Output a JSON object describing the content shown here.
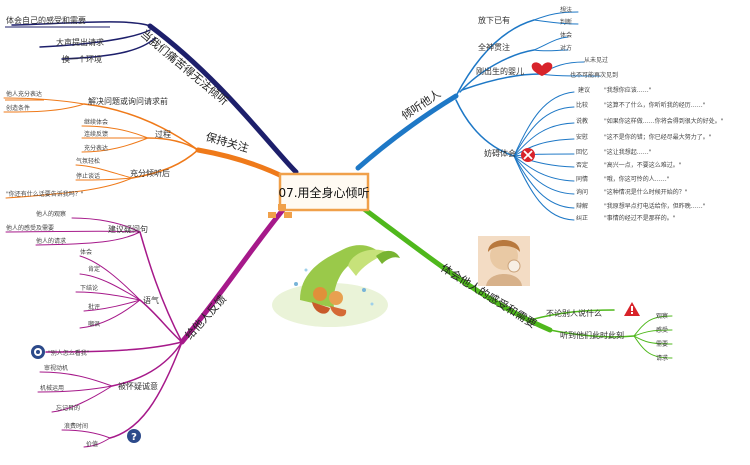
{
  "center": {
    "label": "07.用全身心倾听"
  },
  "colors": {
    "top_left": "#1d1f6b",
    "middle_left": "#ef7a1a",
    "bottom_left": "#a6198a",
    "top_right": "#1e78c6",
    "bottom_right": "#4fb81c",
    "center_border": "#f0a04a"
  },
  "branches": {
    "suffer": {
      "label": "当我们痛苦得无法倾听",
      "items": [
        "体会自己的感受和需要",
        "大声提出请求",
        "换一个环境"
      ]
    },
    "focus": {
      "label": "保持关注",
      "resolve": {
        "label": "解决问题或询问请求前",
        "items": [
          "他人充分表达",
          "创造条件"
        ]
      },
      "process": {
        "label": "过程",
        "items": [
          "继续体会",
          "连续反馈",
          "充分表达"
        ]
      },
      "signal": {
        "label": "充分倾听后",
        "items": [
          "气氛轻松",
          "停止谈话"
        ]
      },
      "quote": "\"你还有什么话要告诉我吗？\""
    },
    "feedback": {
      "label": "给他人反馈",
      "suggest": {
        "label": "建议疑问句",
        "items": [
          "他人的观察",
          "他人的感受及需要",
          "他人的请求"
        ]
      },
      "tone": {
        "label": "语气",
        "items": [
          "体会",
          "肯定",
          "下结论",
          "批评",
          "嘲讽"
        ]
      },
      "quote": "\"别人怎么看我\"",
      "suspect": {
        "label": "被怀疑诚意",
        "items": [
          "审视动机",
          "机械运用",
          "忘记目的"
        ]
      },
      "cost": {
        "items": [
          "浪费时间",
          "价值"
        ]
      }
    },
    "listen": {
      "label": "倾听他人",
      "drop": {
        "label": "放下已有",
        "items": [
          "想法",
          "判断"
        ]
      },
      "focus": {
        "label": "全神贯注",
        "items": [
          "体会",
          "对方"
        ]
      },
      "baby": {
        "label": "刚出生的婴儿",
        "items": [
          "从未见过",
          "也不可能再次见到"
        ]
      },
      "hinder": {
        "label": "妨碍体会",
        "items": [
          "建议",
          "比较",
          "说教",
          "安慰",
          "回忆",
          "否定",
          "同情",
          "询问",
          "辩解",
          "纠正"
        ],
        "quotes": [
          "\"我想你应该……\"",
          "\"这算不了什么，你听听我的经历……\"",
          "\"如果你这样做……你将会得到很大的好处。\"",
          "\"这不是你的错；你已经尽最大努力了。\"",
          "\"这让我想起……\"",
          "\"高兴一点，不要这么难过。\"",
          "\"哦，你这可怜的人……\"",
          "\"这种情况是什么时候开始的？\"",
          "\"我原想早点打电话给你，但昨晚……\"",
          "\"事情的经过不是那样的。\""
        ]
      }
    },
    "empathy": {
      "label": "体会他人的感受和需要",
      "sub1": {
        "label": "不论别人说什么"
      },
      "sub2": {
        "label": "听到他们此时此刻",
        "items": [
          "观察",
          "感受",
          "需要",
          "请求"
        ]
      }
    }
  },
  "icons": {
    "heart": "heart-icon",
    "no_entry": "cancel-x-icon",
    "warning": "warning-icon",
    "question": "question-icon",
    "help": "help-bubble-icon",
    "photo": "photo-woman-icon",
    "illustration": "illustration-children-icon",
    "corner": "corner-blocks-icon"
  }
}
